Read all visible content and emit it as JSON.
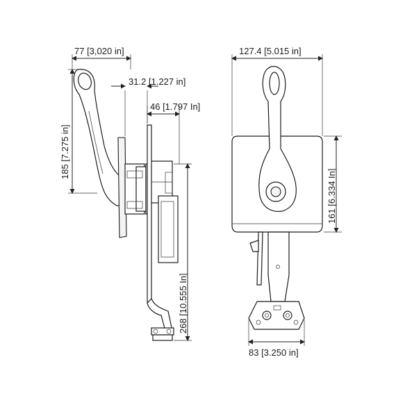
{
  "diagram": {
    "dimensions": {
      "side_width": "77 [3,020 in]",
      "side_offset": "31.2 [1.227 in]",
      "side_depth": "46 [1.797 In]",
      "side_lever_height": "185 [7.275 in]",
      "side_total_height": "268 [10.555 In]",
      "front_width": "127.4 [5.015 in]",
      "front_plate_height": "161 [6.334 In]",
      "front_base_width": "83 [3.250 in]"
    },
    "colors": {
      "line": "#1a1a1a",
      "background": "#ffffff",
      "fill": "#f4f4f4"
    }
  }
}
